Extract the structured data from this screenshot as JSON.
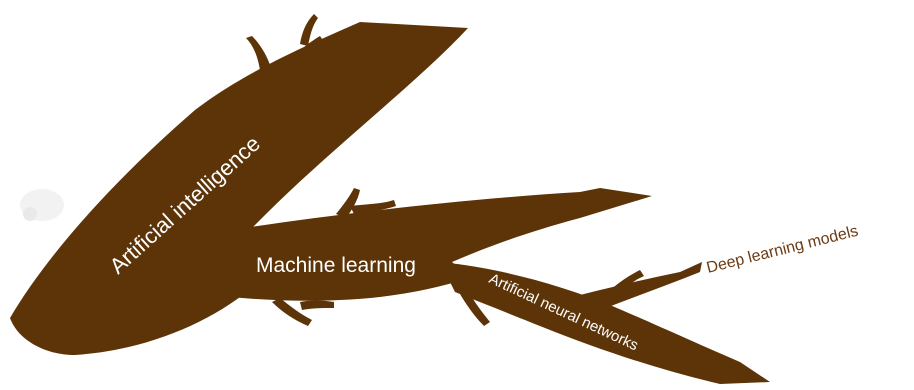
{
  "diagram": {
    "branch_color": "#5c3408",
    "outside_text_color": "#6b3a12",
    "labels": {
      "artificial_intelligence": "Artificial intelligence",
      "machine_learning": "Machine learning",
      "artificial_neural_networks": "Artificial neural networks",
      "deep_learning_models": "Deep learning models"
    }
  }
}
